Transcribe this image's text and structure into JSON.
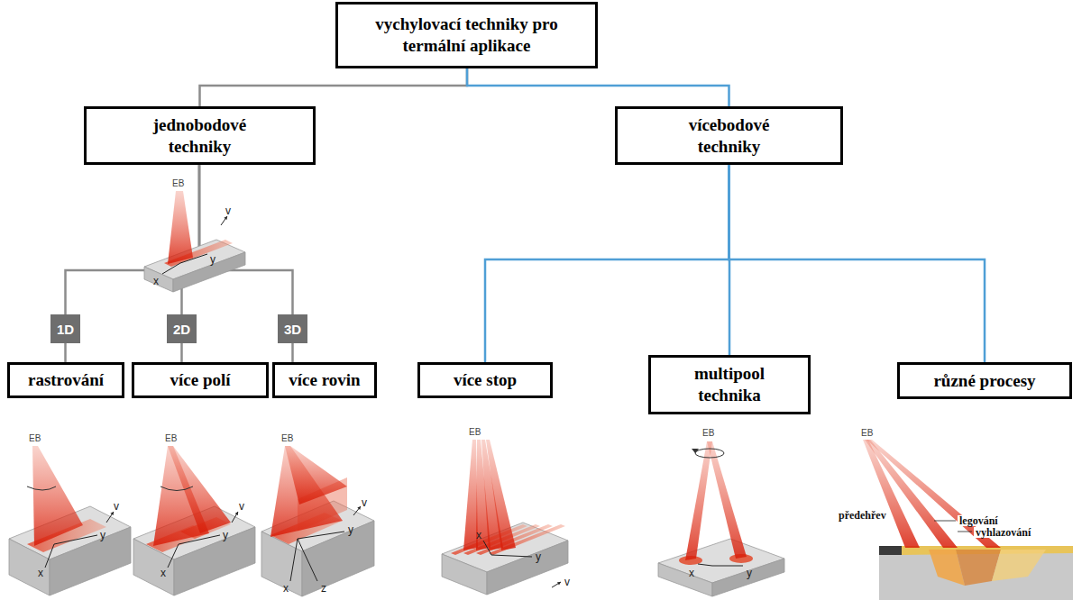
{
  "diagram": {
    "nodes": [
      {
        "text": [
          "vychylovací techniky pro termální aplikace"
        ]
      },
      {
        "text": [
          "jednobodové techniky"
        ]
      },
      {
        "text": [
          "vícebodové techniky"
        ]
      },
      {
        "text": [
          "1D"
        ]
      },
      {
        "text": [
          "2D"
        ]
      },
      {
        "text": [
          "3D"
        ]
      },
      {
        "text": [
          "rastrování"
        ]
      },
      {
        "text": [
          "více polí"
        ]
      },
      {
        "text": [
          "více rovin"
        ]
      },
      {
        "text": [
          "více stop"
        ]
      },
      {
        "text": [
          "multipool technika"
        ]
      },
      {
        "text": [
          "různé procesy"
        ]
      }
    ],
    "edges": [
      {
        "from": 0,
        "to": 1,
        "arrow": "none"
      },
      {
        "from": 0,
        "to": 2,
        "arrow": "none"
      },
      {
        "from": 1,
        "to": 3,
        "arrow": "none"
      },
      {
        "from": 1,
        "to": 4,
        "arrow": "none"
      },
      {
        "from": 1,
        "to": 5,
        "arrow": "none"
      },
      {
        "from": 3,
        "to": 6,
        "arrow": "none"
      },
      {
        "from": 4,
        "to": 7,
        "arrow": "none"
      },
      {
        "from": 5,
        "to": 8,
        "arrow": "none"
      },
      {
        "from": 2,
        "to": 9,
        "arrow": "none"
      },
      {
        "from": 2,
        "to": 10,
        "arrow": "none"
      },
      {
        "from": 2,
        "to": 11,
        "arrow": "none"
      }
    ],
    "labels": [
      "EB",
      "v",
      "x",
      "y",
      "EB",
      "v",
      "y",
      "x",
      "EB",
      "v",
      "y",
      "x",
      "EB",
      "v",
      "y",
      "x",
      "z",
      "EB",
      "x",
      "y",
      "v",
      "EB",
      "x",
      "y",
      "EB",
      "předehřev",
      "legování",
      "vyhlazování"
    ]
  }
}
